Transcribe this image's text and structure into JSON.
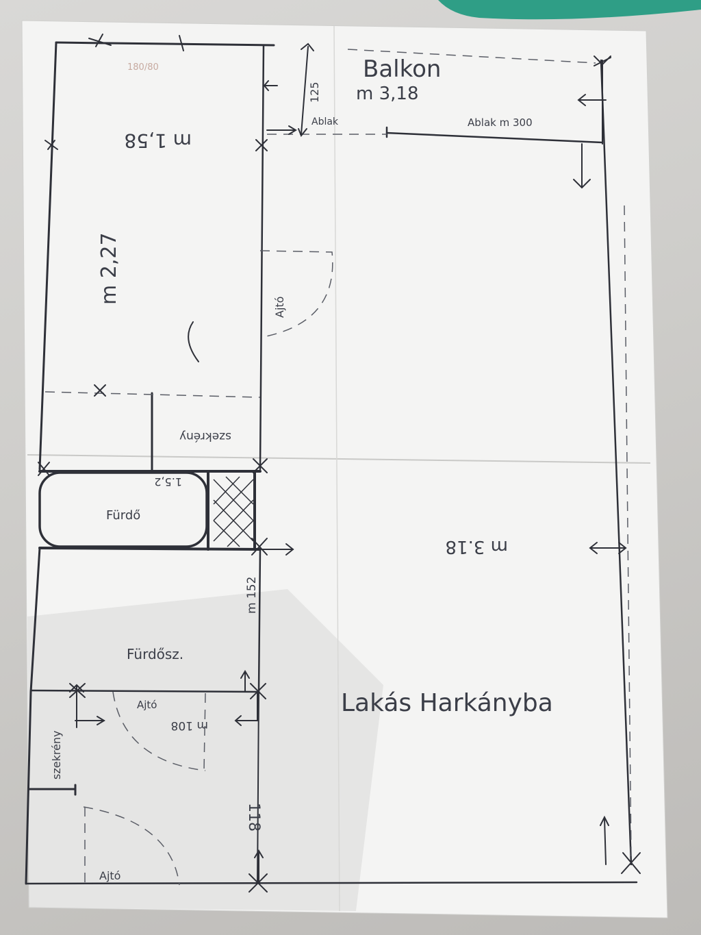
{
  "sketch": {
    "balcony_label": "Balkon",
    "balcony_width": "m 3,18",
    "balcony_depth": "125",
    "window_left_label": "Ablak",
    "window_right_label": "Ablak m 300",
    "room_top_label": "m 1,58",
    "room_length_label": "m 2,27",
    "room_door_label": "Ajtó",
    "wardrobe_label": "szekrény",
    "bath_length_label": "1.5,2",
    "bath_label": "Fürdő",
    "main_width_label": "m 3.18",
    "bathroom_height_label": "m 152",
    "bathroom_label": "Fürdősz.",
    "title_label": "Lakás Harkányba",
    "bath_door_label": "Ajtó",
    "bath_door_size": "m 108",
    "closet_label": "szekrény",
    "hall_depth_label": "118",
    "entry_door_label": "Ajtó",
    "top_small_label": "180/80"
  }
}
